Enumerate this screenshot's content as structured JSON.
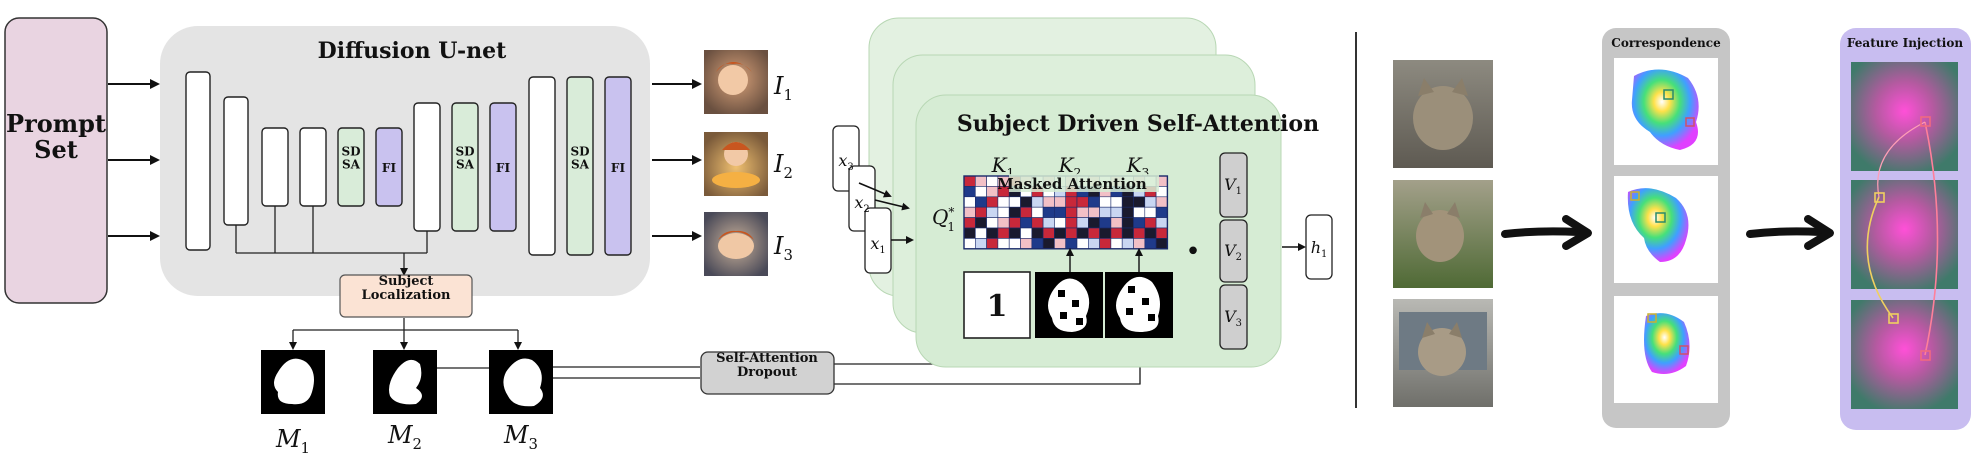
{
  "prompt_set": "Prompt\nSet",
  "unet": {
    "title": "Diffusion U-net",
    "sdsa_label": "SD\nSA",
    "fi_label": "FI"
  },
  "subject_localization": "Subject\nLocalization",
  "self_attention_dropout": "Self-Attention\nDropout",
  "outputs": [
    "I1",
    "I2",
    "I3"
  ],
  "masks": [
    "M1",
    "M2",
    "M3"
  ],
  "attention": {
    "title": "Subject Driven Self-Attention",
    "inputs": [
      "x3",
      "x2",
      "x1"
    ],
    "query": "Q1*",
    "keys": [
      "K1",
      "K2",
      "K3"
    ],
    "masked_label": "Masked Attention",
    "identity": "1",
    "values": [
      "V1",
      "V2",
      "V3"
    ],
    "dot": "•",
    "output": "h1"
  },
  "correspondence_title": "Correspondence",
  "feature_injection_title": "Feature Injection",
  "colors": {
    "prompt_fill": "#e9d4e1",
    "unet_bg": "#e4e4e4",
    "sdsa_fill": "#d9ecd9",
    "fi_fill": "#c9c2ef",
    "localization_fill": "#fbe3d4",
    "attention_bg": "#d6ecd4",
    "dropout_fill": "#d2d2d2",
    "value_fill": "#cfcfcf",
    "fi_panel": "#c8bdf0"
  }
}
